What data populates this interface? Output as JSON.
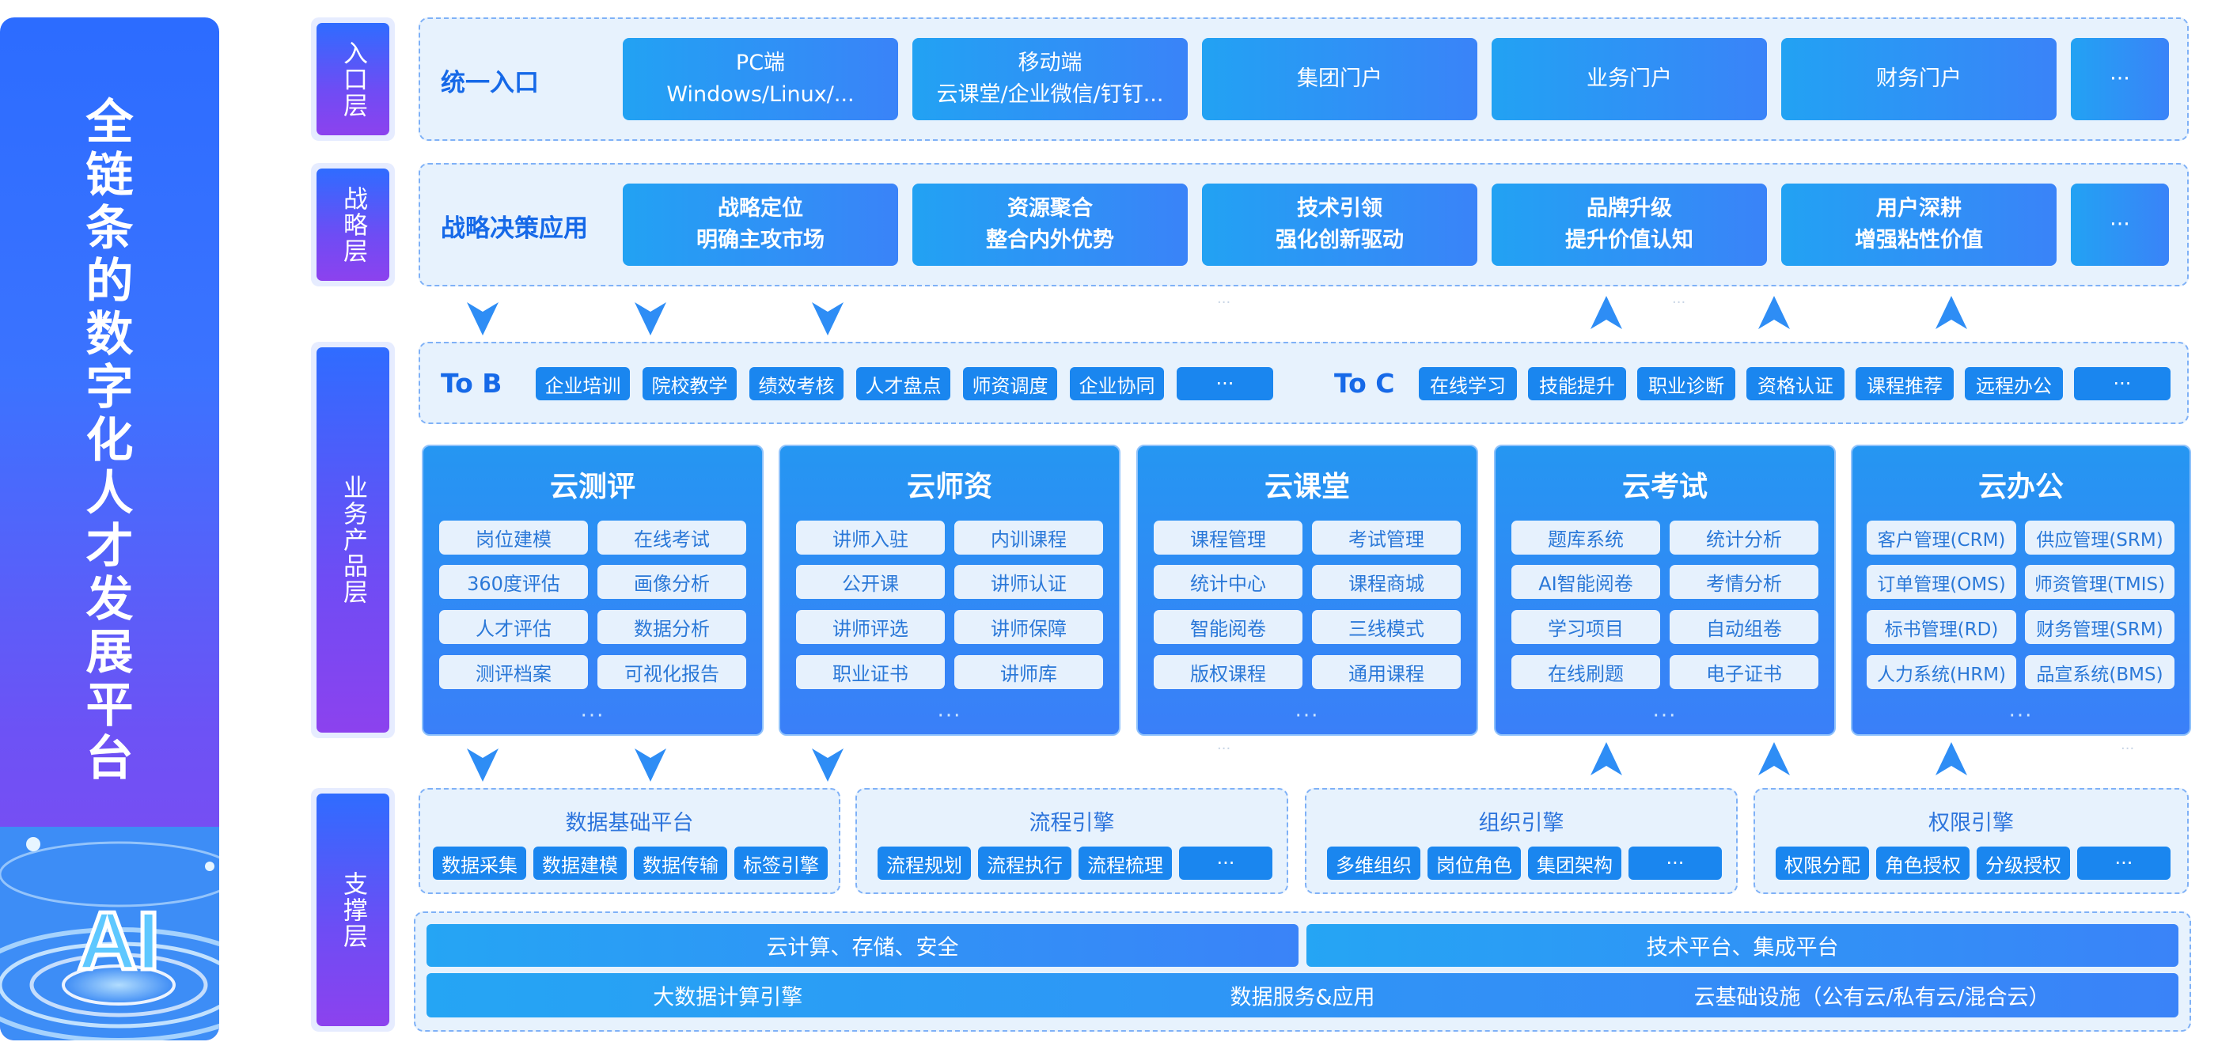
{
  "banner": {
    "title": "全链条的数字化人才发展平台",
    "logo_text": "AI"
  },
  "layers": {
    "entry": "入口层",
    "strategy": "战略层",
    "business": "业务产品层",
    "support": "支撑层"
  },
  "entry": {
    "title": "统一入口",
    "buttons": [
      {
        "line1": "PC端",
        "line2": "Windows/Linux/..."
      },
      {
        "line1": "移动端",
        "line2": "云课堂/企业微信/钉钉..."
      },
      {
        "line1": "集团门户",
        "line2": ""
      },
      {
        "line1": "业务门户",
        "line2": ""
      },
      {
        "line1": "财务门户",
        "line2": ""
      },
      {
        "line1": "···",
        "line2": ""
      }
    ]
  },
  "strategy": {
    "title": "战略决策应用",
    "buttons": [
      {
        "line1": "战略定位",
        "line2": "明确主攻市场"
      },
      {
        "line1": "资源聚合",
        "line2": "整合内外优势"
      },
      {
        "line1": "技术引领",
        "line2": "强化创新驱动"
      },
      {
        "line1": "品牌升级",
        "line2": "提升价值认知"
      },
      {
        "line1": "用户深耕",
        "line2": "增强粘性价值"
      },
      {
        "line1": "···",
        "line2": ""
      }
    ]
  },
  "tob": {
    "label": "To B",
    "chips": [
      "企业培训",
      "院校教学",
      "绩效考核",
      "人才盘点",
      "师资调度",
      "企业协同",
      "···"
    ]
  },
  "toc": {
    "label": "To C",
    "chips": [
      "在线学习",
      "技能提升",
      "职业诊断",
      "资格认证",
      "课程推荐",
      "远程办公",
      "···"
    ]
  },
  "products": [
    {
      "title": "云测评",
      "items": [
        "岗位建模",
        "在线考试",
        "360度评估",
        "画像分析",
        "人才评估",
        "数据分析",
        "测评档案",
        "可视化报告"
      ],
      "dots": "···"
    },
    {
      "title": "云师资",
      "items": [
        "讲师入驻",
        "内训课程",
        "公开课",
        "讲师认证",
        "讲师评选",
        "讲师保障",
        "职业证书",
        "讲师库"
      ],
      "dots": "···"
    },
    {
      "title": "云课堂",
      "items": [
        "课程管理",
        "考试管理",
        "统计中心",
        "课程商城",
        "智能阅卷",
        "三线模式",
        "版权课程",
        "通用课程"
      ],
      "dots": "···"
    },
    {
      "title": "云考试",
      "items": [
        "题库系统",
        "统计分析",
        "AI智能阅卷",
        "考情分析",
        "学习项目",
        "自动组卷",
        "在线刷题",
        "电子证书"
      ],
      "dots": "···"
    },
    {
      "title": "云办公",
      "items": [
        "客户管理(CRM)",
        "供应管理(SRM)",
        "订单管理(OMS)",
        "师资管理(TMIS)",
        "标书管理(RD)",
        "财务管理(SRM)",
        "人力系统(HRM)",
        "品宣系统(BMS)"
      ],
      "dots": "···"
    }
  ],
  "support": [
    {
      "title": "数据基础平台",
      "chips": [
        "数据采集",
        "数据建模",
        "数据传输",
        "标签引擎"
      ]
    },
    {
      "title": "流程引擎",
      "chips": [
        "流程规划",
        "流程执行",
        "流程梳理",
        "···"
      ]
    },
    {
      "title": "组织引擎",
      "chips": [
        "多维组织",
        "岗位角色",
        "集团架构",
        "···"
      ]
    },
    {
      "title": "权限引擎",
      "chips": [
        "权限分配",
        "角色授权",
        "分级授权",
        "···"
      ]
    }
  ],
  "infra": {
    "row1": [
      "云计算、存储、安全",
      "技术平台、集成平台"
    ],
    "row2": [
      "大数据计算引擎",
      "数据服务&应用",
      "云基础设施（公有云/私有云/混合云）"
    ]
  },
  "colors": {
    "primary": "#1a86ef",
    "panel_bg": "#e7f2fd",
    "title_blue": "#1669e8",
    "banner_top": "#2c6cff",
    "banner_bottom": "#8a46ee"
  }
}
